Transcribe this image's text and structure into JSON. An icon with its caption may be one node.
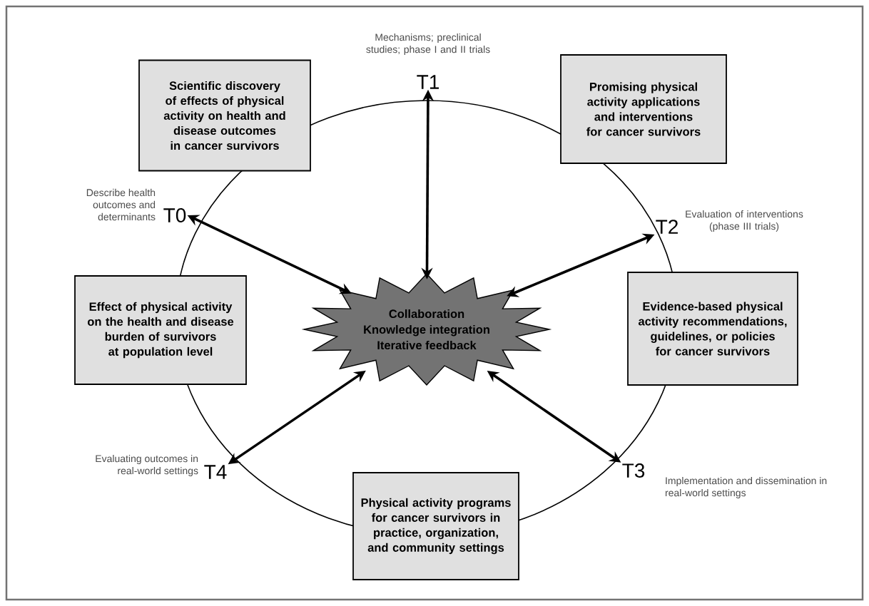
{
  "diagram": {
    "nodes": [
      {
        "text": [
          "Scientific discovery of effects of physical activity on health and disease outcomes in cancer survivors"
        ]
      },
      {
        "text": [
          "T1"
        ],
        "beside": [
          "Mechanisms; preclinical studies; phase I and II trials"
        ]
      },
      {
        "text": [
          "Promising physical activity applications and interventions for cancer survivors"
        ]
      },
      {
        "text": [
          "T0"
        ],
        "beside": [
          "Describe health outcomes and determinants"
        ]
      },
      {
        "text": [
          "T2"
        ],
        "beside": [
          "Evaluation of interventions (phase III trials)"
        ]
      },
      {
        "text": [
          "Collaboration",
          "Knowledge integration",
          "Iterative feedback"
        ]
      },
      {
        "text": [
          "Effect of physical activity on the health and disease burden of survivors at population level"
        ]
      },
      {
        "text": [
          "Evidence-based physical activity recommendations, guidelines, or policies for cancer survivors"
        ]
      },
      {
        "text": [
          "T4"
        ],
        "beside": [
          "Evaluating outcomes in real-world settings"
        ]
      },
      {
        "text": [
          "T3"
        ],
        "beside": [
          "Implementation and dissemination in real-world settings"
        ]
      },
      {
        "text": [
          "Physical activity programs for cancer survivors in practice, organization, and community settings"
        ]
      }
    ],
    "edges": [
      {
        "from": 5,
        "to": 3,
        "arrow": "both"
      },
      {
        "from": 5,
        "to": 1,
        "arrow": "both"
      },
      {
        "from": 5,
        "to": 4,
        "arrow": "both"
      },
      {
        "from": 5,
        "to": 8,
        "arrow": "both"
      },
      {
        "from": 5,
        "to": 9,
        "arrow": "both"
      }
    ]
  }
}
